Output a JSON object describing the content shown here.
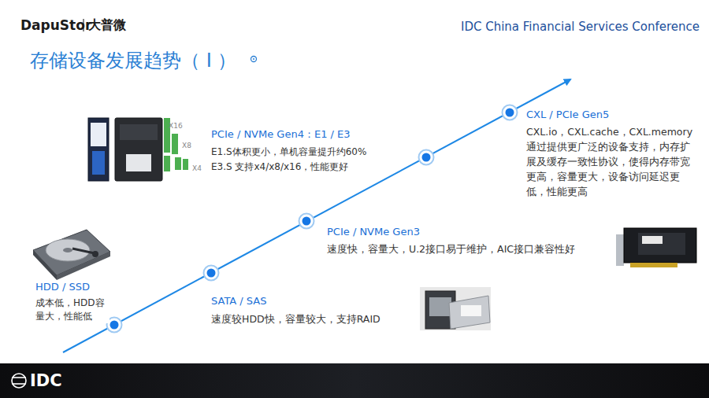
{
  "diagram": {
    "title": "存储设备发展趋势（ I ）",
    "labels": [
      "DapuStor",
      "大普微",
      "IDC China Financial Services Conference",
      "X16",
      "X8",
      "X4",
      "PCIe / NVMe Gen4：E1 / E3",
      "E1.S体积更小，单机容量提升约60%",
      "E3.S 支持x4/x8/x16，性能更好",
      "CXL / PCIe Gen5",
      "CXL.io，CXL.cache，CXL.memory通过提供更广泛的设备支持，内存扩展及缓存一致性协议，使得内存带宽更高，容量更大，设备访问延迟更低，性能更高",
      "PCIe / NVMe Gen3",
      "速度快，容量大，U.2接口易于维护，AIC接口兼容性好",
      "HDD / SSD",
      "成本低，HDD容量大，性能低",
      "SATA / SAS",
      "速度较HDD快，容量较大，支持RAID",
      "IDC"
    ]
  }
}
